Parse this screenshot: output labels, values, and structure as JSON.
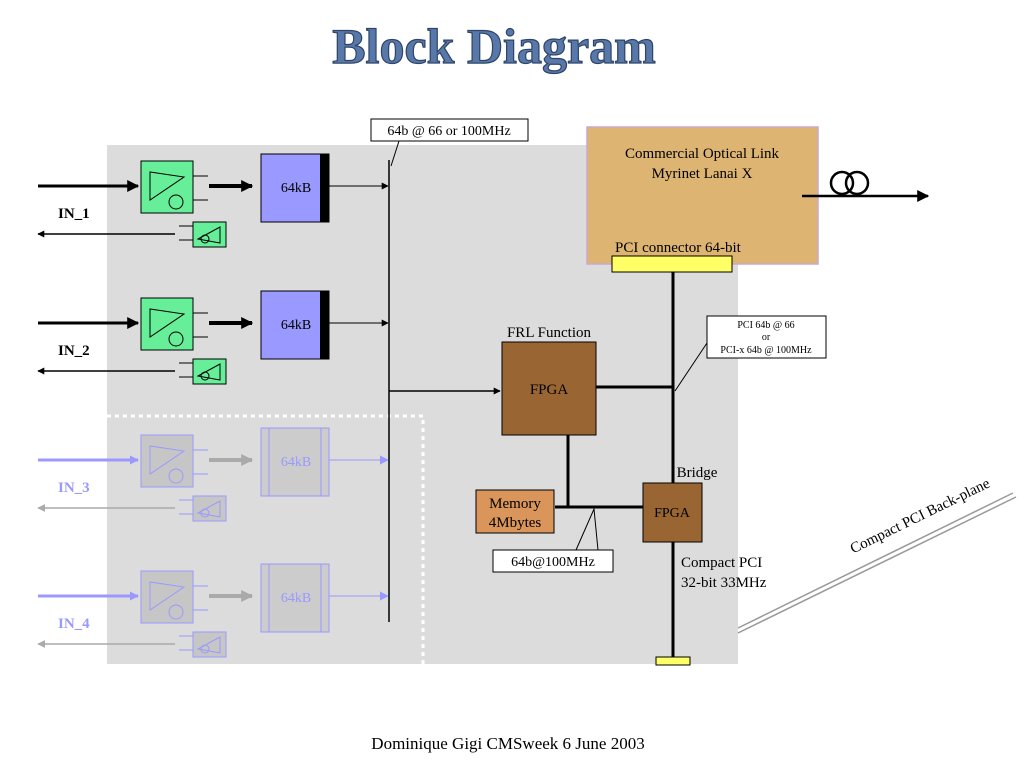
{
  "title": "Block Diagram",
  "footer": "Dominique Gigi CMSweek 6 June 2003",
  "inputs": [
    {
      "label": "IN_1",
      "memory": "64kB",
      "active": true
    },
    {
      "label": "IN_2",
      "memory": "64kB",
      "active": true
    },
    {
      "label": "IN_3",
      "memory": "64kB",
      "active": false
    },
    {
      "label": "IN_4",
      "memory": "64kB",
      "active": false
    }
  ],
  "bus_label": "64b @ 66 or 100MHz",
  "optical_link": {
    "line1": "Commercial Optical Link",
    "line2": "Myrinet Lanai X",
    "connector": "PCI connector 64-bit"
  },
  "frl": {
    "caption": "FRL Function",
    "chip": "FPGA"
  },
  "pci_note": {
    "line1": "PCI 64b @ 66",
    "line2": "or",
    "line3": "PCI-x 64b @ 100MHz"
  },
  "bridge": {
    "caption": "Bridge",
    "chip": "FPGA"
  },
  "memory": {
    "line1": "Memory",
    "line2": "4Mbytes",
    "bus": "64b@100MHz"
  },
  "compact_pci": {
    "line1": "Compact PCI",
    "line2": "32-bit 33MHz"
  },
  "backplane": "Compact PCI Back-plane",
  "colors": {
    "board": "#dcdcdc",
    "receiver": "#66ee99",
    "fifo": "#9999ff",
    "fpga": "#996633",
    "optical": "#ddb472",
    "connector": "#ffff66",
    "memory_chip": "#d9955a",
    "title": "#5878aa",
    "inactive": "#9999ff"
  }
}
